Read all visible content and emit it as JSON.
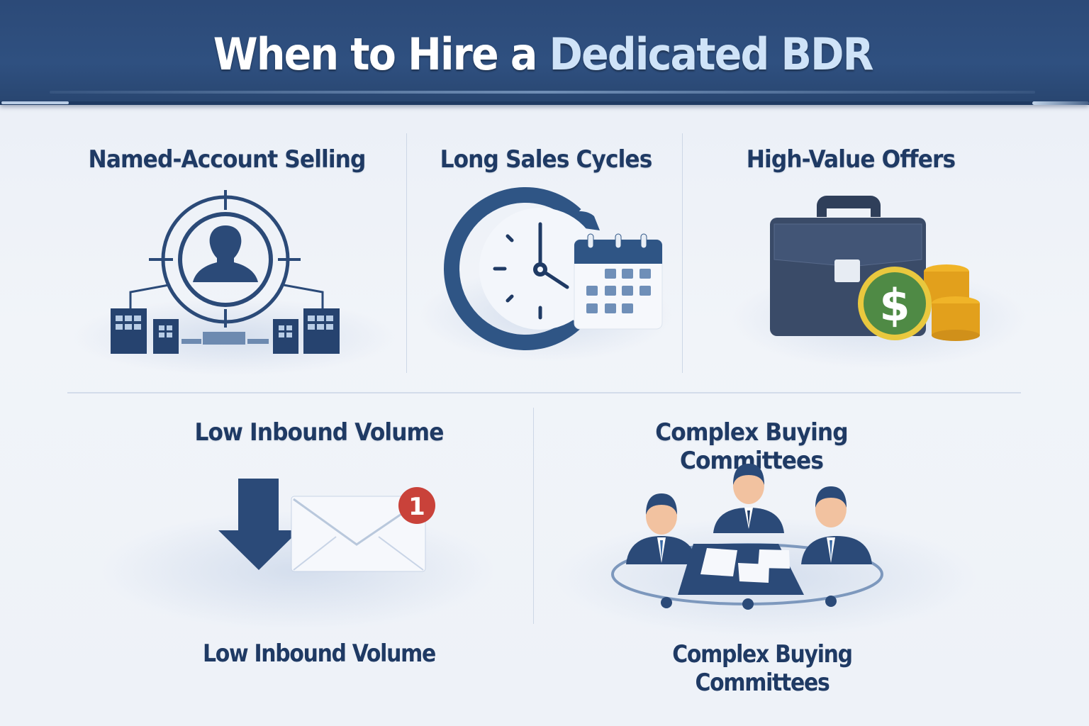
{
  "header": {
    "title_main": "When to Hire a",
    "title_accent": "Dedicated BDR"
  },
  "cards": [
    {
      "title": "Named-Account Selling",
      "icon": "target-person-buildings-icon"
    },
    {
      "title": "Long Sales Cycles",
      "icon": "clock-calendar-icon"
    },
    {
      "title": "High-Value Offers",
      "icon": "briefcase-coins-icon"
    },
    {
      "title": "Low Inbound Volume",
      "icon": "arrow-envelope-icon",
      "badge": "1",
      "caption": "Low Inbound Volume"
    },
    {
      "title": "Complex Buying Committees",
      "icon": "committee-meeting-icon",
      "caption_line1": "Complex Buying",
      "caption_line2": "Committees"
    }
  ],
  "colors": {
    "header_bg": "#2f5080",
    "title_text": "#ffffff",
    "title_accent": "#cfe3f8",
    "heading_text": "#1f3a64",
    "icon_navy": "#2b4a78",
    "badge_red": "#c9423a",
    "coin_gold": "#f0b428",
    "dollar_green": "#4f8a45"
  }
}
